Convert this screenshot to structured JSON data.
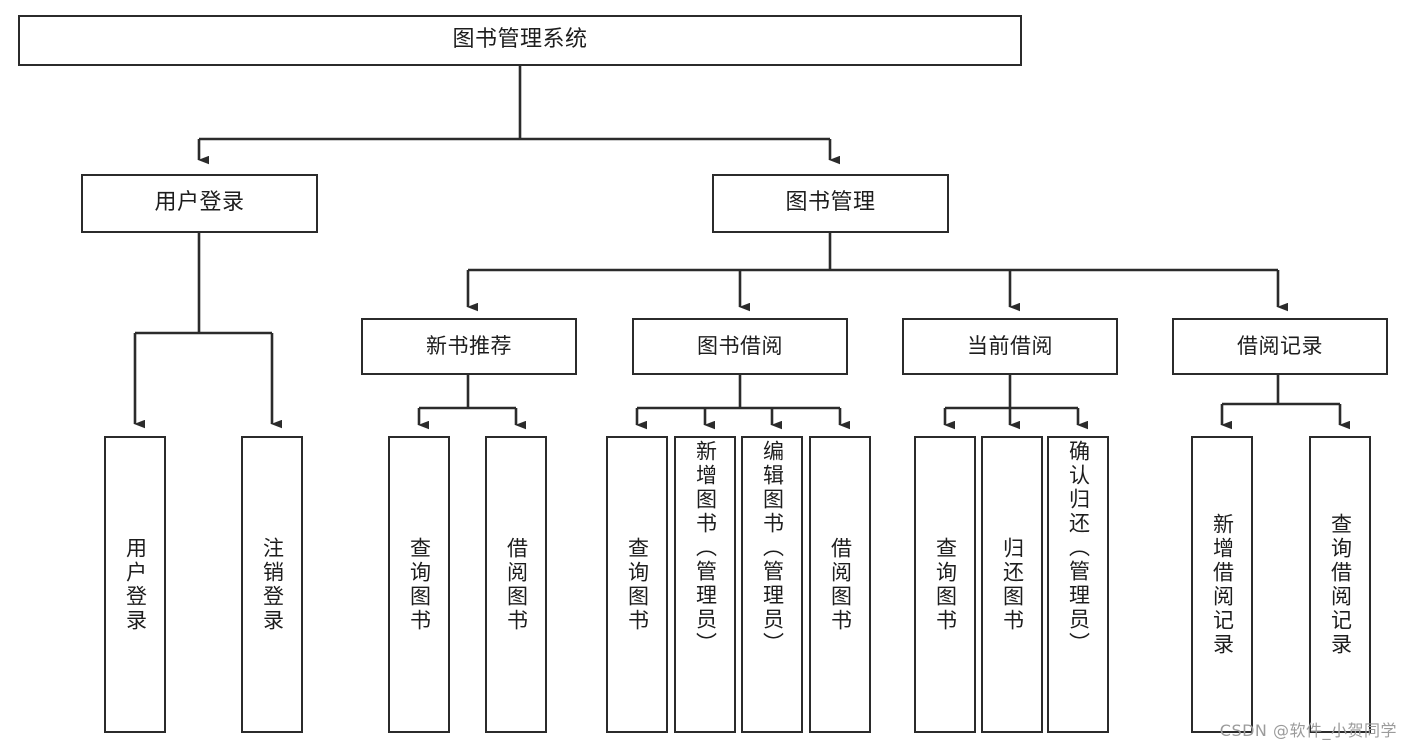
{
  "diagram": {
    "title": "图书管理系统",
    "type": "tree-hierarchy-diagram",
    "watermark": "CSDN @软件_小贺同学",
    "colors": {
      "background": "#ffffff",
      "box_border": "#2b2b2b",
      "connector": "#2b2b2b",
      "text": "#1d1d1d",
      "watermark": "#9b9b9b"
    },
    "root": {
      "label": "图书管理系统"
    },
    "level1": [
      {
        "id": "user-login",
        "label": "用户登录"
      },
      {
        "id": "book-management",
        "label": "图书管理"
      }
    ],
    "level2": [
      {
        "id": "new-book-recommend",
        "label": "新书推荐",
        "parent": "book-management"
      },
      {
        "id": "book-borrow",
        "label": "图书借阅",
        "parent": "book-management"
      },
      {
        "id": "current-borrow",
        "label": "当前借阅",
        "parent": "book-management"
      },
      {
        "id": "borrow-record",
        "label": "借阅记录",
        "parent": "book-management"
      }
    ],
    "leaves": {
      "user_login": [
        {
          "id": "leaf-user-login",
          "label": "用户登录"
        },
        {
          "id": "leaf-logout-login",
          "label": "注销登录"
        }
      ],
      "new_book_recommend": [
        {
          "id": "leaf-query-book-1",
          "label": "查询图书"
        },
        {
          "id": "leaf-borrow-book-1",
          "label": "借阅图书"
        }
      ],
      "book_borrow": [
        {
          "id": "leaf-query-book-2",
          "label": "查询图书"
        },
        {
          "id": "leaf-add-book",
          "label": "新增图书（管理员）"
        },
        {
          "id": "leaf-edit-book",
          "label": "编辑图书（管理员）"
        },
        {
          "id": "leaf-borrow-book-2",
          "label": "借阅图书"
        }
      ],
      "current_borrow": [
        {
          "id": "leaf-query-book-3",
          "label": "查询图书"
        },
        {
          "id": "leaf-return-book",
          "label": "归还图书"
        },
        {
          "id": "leaf-confirm-return",
          "label": "确认归还（管理员）"
        }
      ],
      "borrow_record": [
        {
          "id": "leaf-add-record",
          "label": "新增借阅记录"
        },
        {
          "id": "leaf-query-record",
          "label": "查询借阅记录"
        }
      ]
    }
  }
}
